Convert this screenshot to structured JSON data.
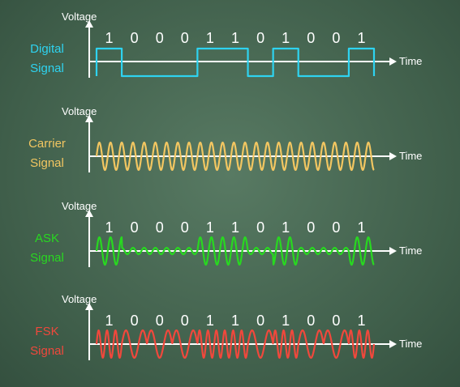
{
  "axes": {
    "y_label": "Voltage",
    "x_label": "Time",
    "axis_color": "#ffffff"
  },
  "bits": [
    "1",
    "0",
    "0",
    "0",
    "1",
    "1",
    "0",
    "1",
    "0",
    "0",
    "1"
  ],
  "panels": [
    {
      "id": "digital",
      "label_line1": "Digital",
      "label_line2": "Signal",
      "color": "#2ed3f0",
      "kind": "digital",
      "show_bits": true
    },
    {
      "id": "carrier",
      "label_line1": "Carrier",
      "label_line2": "Signal",
      "color": "#f2c661",
      "kind": "carrier",
      "show_bits": false
    },
    {
      "id": "ask",
      "label_line1": "ASK",
      "label_line2": "Signal",
      "color": "#28d820",
      "kind": "ask",
      "show_bits": true
    },
    {
      "id": "fsk",
      "label_line1": "FSK",
      "label_line2": "Signal",
      "color": "#f0483c",
      "kind": "fsk",
      "show_bits": true
    }
  ]
}
